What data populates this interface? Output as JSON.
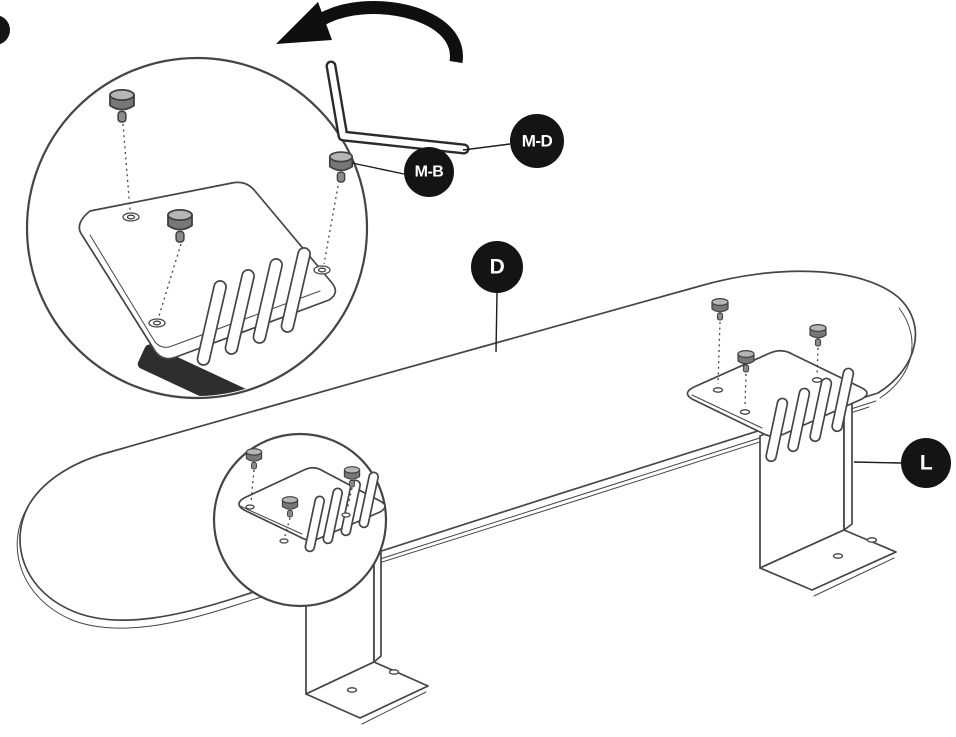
{
  "diagram": {
    "type": "assembly-instruction-step",
    "callouts": {
      "md": "M-D",
      "mb": "M-B",
      "d": "D",
      "l": "L"
    },
    "parts": {
      "md": "hex-key",
      "mb": "pan-head-screw",
      "d": "deck-panel",
      "l": "l-bracket"
    },
    "colors": {
      "badge": "#141414",
      "badge_text": "#ffffff",
      "outline": "#454545",
      "screw_dark": "#777777",
      "screw_light": "#b5b5b5",
      "background": "#ffffff"
    }
  }
}
